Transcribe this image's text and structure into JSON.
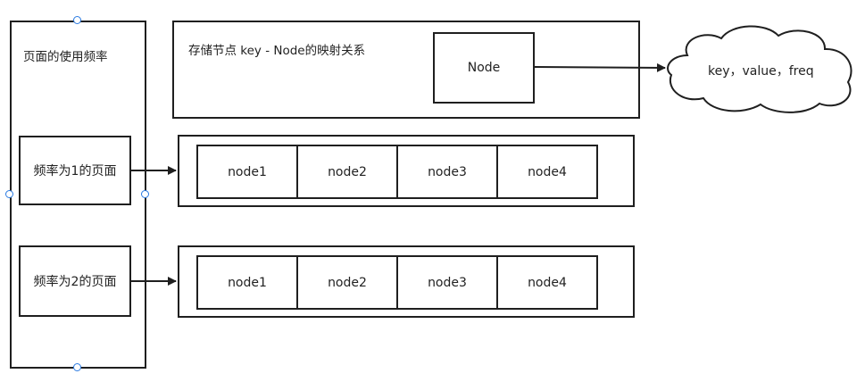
{
  "freq_column": {
    "title": "页面的使用频率"
  },
  "freq_pages": [
    {
      "label": "频率为1的页面",
      "nodes": [
        "node1",
        "node2",
        "node3",
        "node4"
      ]
    },
    {
      "label": "频率为2的页面",
      "nodes": [
        "node1",
        "node2",
        "node3",
        "node4"
      ]
    }
  ],
  "map_box": {
    "title": "存储节点 key - Node的映射关系",
    "node_label": "Node"
  },
  "cloud": {
    "label": "key，value，freq"
  },
  "colors": {
    "stroke": "#1f1f1f",
    "handle": "#2a7ae2",
    "background": "#ffffff"
  }
}
